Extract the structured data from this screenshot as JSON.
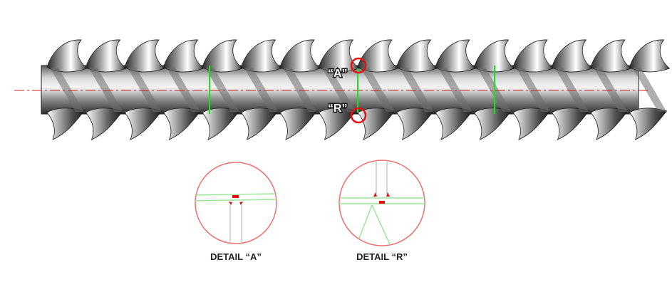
{
  "screw": {
    "markers": {
      "a_label": "“A”",
      "r_label": "“R”"
    }
  },
  "details": {
    "a_caption": "DETAIL “A”",
    "r_caption": "DETAIL “R”"
  },
  "colors": {
    "centerline": "#cc2222",
    "section_line": "#22dd22",
    "marker_circle": "#e01010",
    "detail_circle": "#f07070",
    "detail_lines": "#9de49d",
    "shaft_dark": "#3a3a3a",
    "shaft_light": "#f2f2f2"
  }
}
